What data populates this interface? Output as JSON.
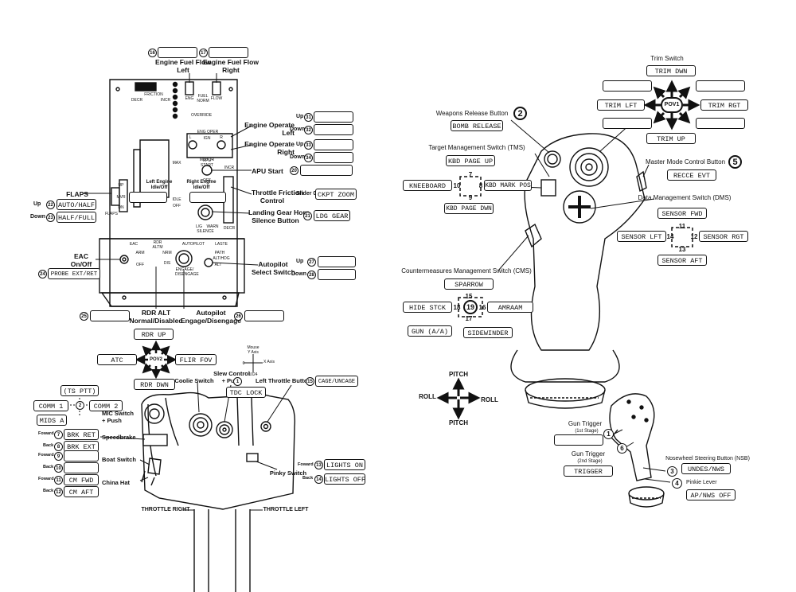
{
  "throttle_panel": {
    "fuel_flow_left": {
      "num": "16",
      "label": "Engine Fuel Flow\nLeft",
      "value": ""
    },
    "fuel_flow_right": {
      "num": "17",
      "label": "Engine Fuel Flow\nRight",
      "value": ""
    },
    "panel_text": {
      "friction": "FRICTION",
      "decr": "DECR",
      "incr": "INCR",
      "eng": "ENG",
      "fuel_norm": "FUEL\nNORM",
      "flow": "FLOW",
      "override": "OVERRIDE",
      "eng_oper": "ENG OPER",
      "ign": "IGN",
      "motor": "MOTOR",
      "l": "L",
      "r": "R",
      "apu_start": "APU\nSTART",
      "off": "OFF",
      "max": "MAX",
      "idle": "IDLE",
      "incr2": "INCR",
      "decr2": "DECR",
      "l_g": "L/G",
      "warn": "WARN",
      "silence": "SILENCE",
      "flaps_panel": "FLAPS",
      "eac": "EAC",
      "arm": "ARM",
      "rdr_altm": "RDR\nALTM",
      "nrm": "NRM",
      "dis": "DIS",
      "autopilot": "AUTOPILOT",
      "laste": "LASTE",
      "path": "PATH",
      "althdg": "ALT/HDG",
      "alt": "ALT",
      "engage": "ENGAGE/\nDISENGAGE",
      "up_mark": "UP",
      "mvr": "MVR",
      "dn": "DN"
    },
    "engine_operate_left": {
      "label": "Engine Operate\nLeft",
      "up": {
        "num": "31",
        "value": ""
      },
      "down": {
        "num": "32",
        "value": ""
      }
    },
    "engine_operate_right": {
      "label": "Engine Operate\nRight",
      "up": {
        "num": "33",
        "value": ""
      },
      "down": {
        "num": "34",
        "value": ""
      }
    },
    "up_label": "Up",
    "down_label": "Down",
    "apu_start": {
      "label": "APU Start",
      "num": "20",
      "value": ""
    },
    "left_engine": {
      "label": "Left Engine\nIdle/Off",
      "value": ""
    },
    "right_engine": {
      "label": "Right Engine\nIdle/Off",
      "value": ""
    },
    "throttle_friction": {
      "label": "Throttle Friction\nControl",
      "slider": "Slider 0",
      "value": "CKPT ZOOM"
    },
    "gear_horn": {
      "label": "Landing Gear Horn\nSilence Button",
      "num": "21",
      "value": "LDG GEAR"
    },
    "flaps": {
      "label": "FLAPS",
      "up": {
        "num": "22",
        "value": "AUTO/HALF"
      },
      "down": {
        "num": "23",
        "value": "HALF/FULL"
      }
    },
    "eac": {
      "label": "EAC\nOn/Off",
      "num": "24",
      "value": "PROBE EXT/RET"
    },
    "autopilot_select": {
      "label": "Autopilot\nSelect Switch",
      "up": {
        "num": "27",
        "value": ""
      },
      "down": {
        "num": "28",
        "value": ""
      }
    },
    "rdr_alt": {
      "label": "RDR ALT\nNormal/Disabled",
      "num": "25",
      "value": ""
    },
    "autopilot_engage": {
      "label": "Autopilot\nEngage/Disengage",
      "num": "26",
      "value": ""
    }
  },
  "throttle_grip": {
    "pov2": {
      "center": "POV2",
      "up": "RDR UP",
      "left": "ATC",
      "right": "FLIR FOV",
      "down": "RDR DWN"
    },
    "mouse_axes": {
      "y": "Mouse\nY Axis",
      "zero": "0",
      "x": "X Axis",
      "max": "1024"
    },
    "coolie": "Coolie Switch",
    "slew": {
      "label": "Slew Control\n+ Push",
      "num": "1",
      "value": "TDC LOCK"
    },
    "left_throttle_button": {
      "label": "Left Throttle Button",
      "num": "15",
      "value": "CAGE/UNCAGE"
    },
    "mic": {
      "up": "(TS PTT)",
      "left": "COMM 1",
      "center": "2",
      "right": "COMM 2",
      "down": "MIDS A",
      "label": "MIC Switch\n+ Push"
    },
    "speedbrake": {
      "label": "Speedbrake",
      "fwd": {
        "num": "7",
        "value": "BRK RET"
      },
      "back": {
        "num": "8",
        "value": "BRK EXT"
      }
    },
    "boat": {
      "label": "Boat Switch",
      "fwd": {
        "num": "9",
        "value": ""
      },
      "back": {
        "num": "10",
        "value": ""
      }
    },
    "china": {
      "label": "China Hat",
      "fwd": {
        "num": "11",
        "value": "CM FWD"
      },
      "back": {
        "num": "12",
        "value": "CM AFT"
      }
    },
    "foward_label": "Foward",
    "back_label": "Back",
    "pinky": {
      "label": "Pinky Switch",
      "fwd": {
        "num": "13",
        "value": "LIGHTS ON"
      },
      "back": {
        "num": "14",
        "value": "LIGHTS OFF"
      }
    },
    "throttle_right": "THROTTLE RIGHT",
    "throttle_left": "THROTTLE LEFT"
  },
  "stick": {
    "trim": {
      "title": "Trim Switch",
      "up": "TRIM DWN",
      "left": "TRIM LFT",
      "center": "POV1",
      "right": "TRIM RGT",
      "down": "TRIM UP",
      "ul": "",
      "ur": "",
      "dl": "",
      "dr": ""
    },
    "weapons_release": {
      "label": "Weapons Release Button",
      "num": "2",
      "value": "BOMB RELEASE"
    },
    "tms": {
      "label": "Target Management Switch (TMS)",
      "up": "KBD PAGE UP",
      "left": "KNEEBOARD",
      "right": "KBD MARK POS",
      "down": "KBD PAGE DWN",
      "n_up": "7",
      "n_left": "10",
      "n_right": "8",
      "n_down": "9"
    },
    "master_mode": {
      "label": "Master Mode Control Button",
      "num": "5",
      "value": "RECCE EVT"
    },
    "dms": {
      "label": "Data Management Switch (DMS)",
      "up": "SENSOR FWD",
      "left": "SENSOR LFT",
      "right": "SENSOR RGT",
      "down": "SENSOR AFT",
      "n_up": "11",
      "n_left": "14",
      "n_right": "12",
      "n_down": "13"
    },
    "cms": {
      "label": "Countermeasures Management Switch (CMS)",
      "up": "SPARROW",
      "left": "HIDE STCK",
      "right": "AMRAAM",
      "down_left": "GUN (A/A)",
      "down_right": "SIDEWINDER",
      "center": "19",
      "n_up": "15",
      "n_left": "18",
      "n_right": "16",
      "n_down": "17"
    },
    "axes": {
      "pitch_top": "PITCH",
      "roll_left": "ROLL",
      "roll_right": "ROLL",
      "pitch_bottom": "PITCH"
    },
    "gun_trigger_1": {
      "label": "Gun Trigger",
      "sub": "(1st Stage)",
      "num": "1",
      "value": ""
    },
    "gun_trigger_2": {
      "label": "Gun Trigger",
      "sub": "(2nd Stage)",
      "num": "6",
      "value": "TRIGGER"
    },
    "nsb": {
      "label": "Nosewheel Steering Button (NSB)",
      "num": "3",
      "value": "UNDES/NWS"
    },
    "pinkie": {
      "label": "Pinkie Lever",
      "num": "4",
      "value": "AP/NWS OFF"
    }
  }
}
